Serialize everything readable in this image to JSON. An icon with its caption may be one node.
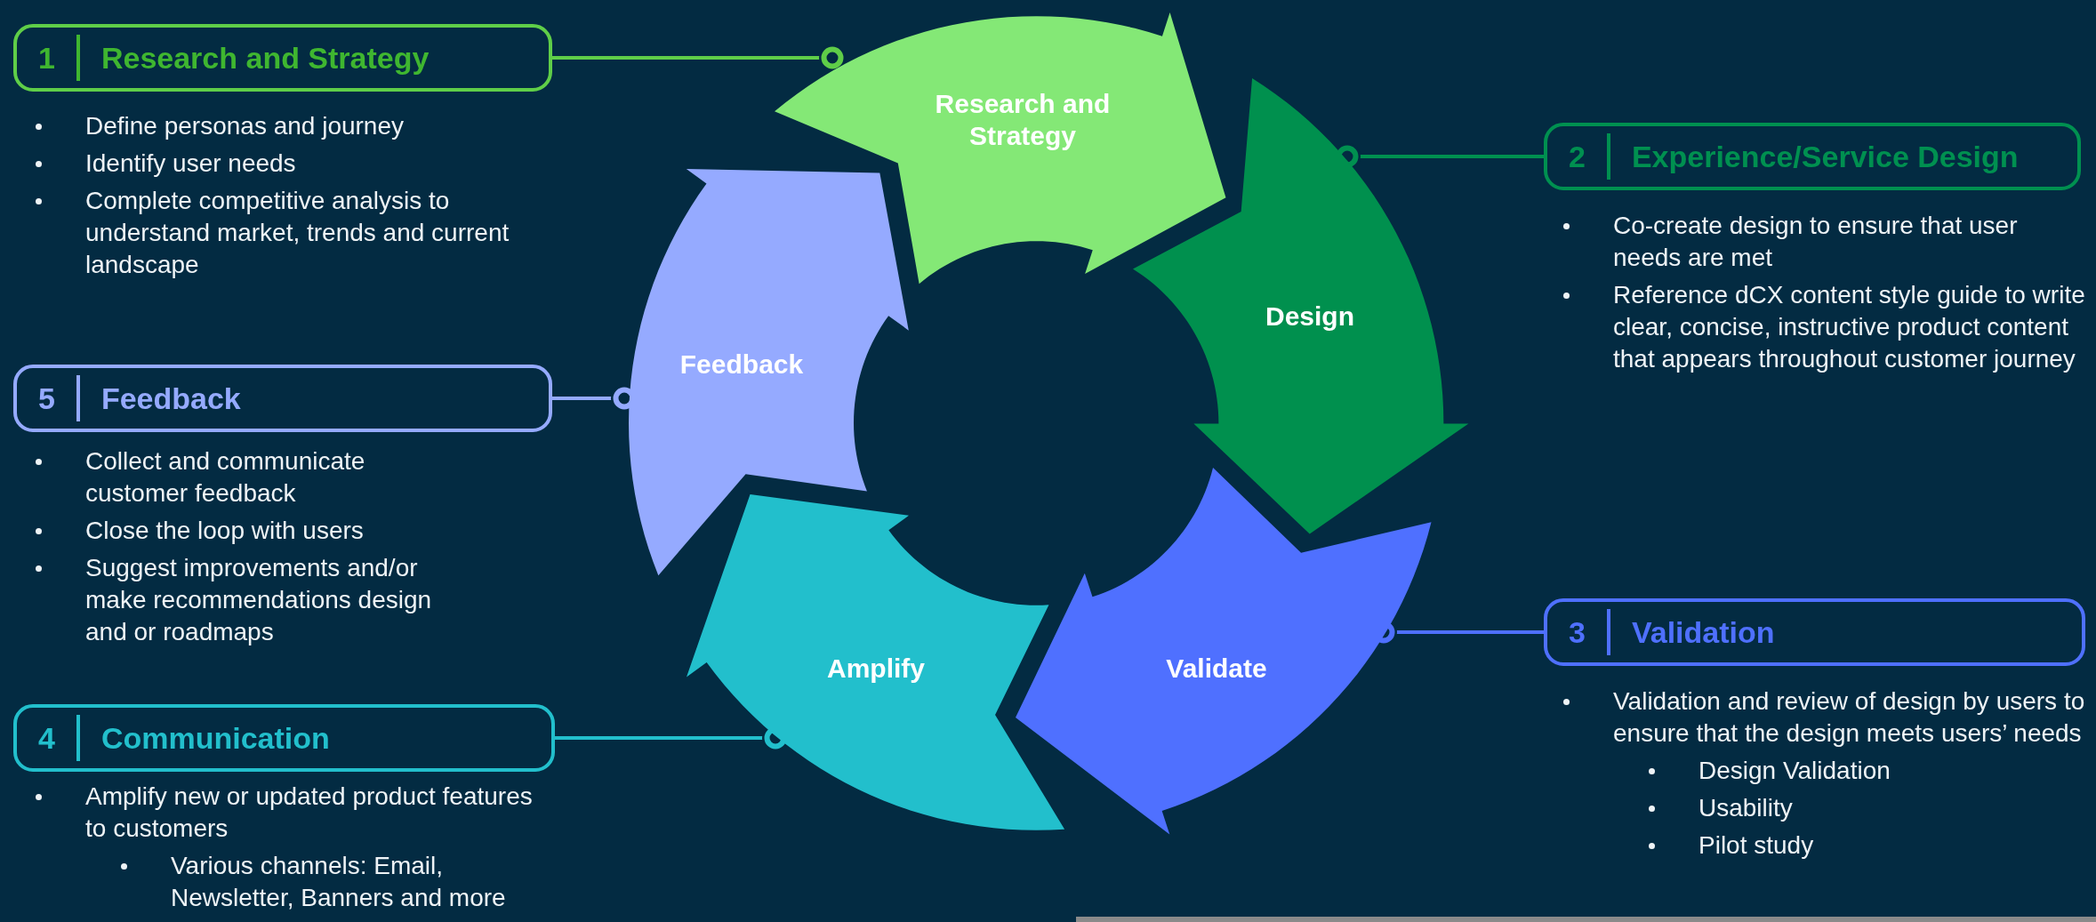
{
  "diagram": {
    "nodes": [
      {
        "text": [
          "Research and Strategy"
        ]
      },
      {
        "text": [
          "Design"
        ]
      },
      {
        "text": [
          "Validate"
        ]
      },
      {
        "text": [
          "Amplify"
        ]
      },
      {
        "text": [
          "Feedback"
        ]
      },
      {
        "text": [
          "1",
          "Research and Strategy"
        ],
        "beside": [
          "Define personas and journey",
          "Identify user needs",
          "Complete competitive analysis to understand market, trends and current landscape"
        ]
      },
      {
        "text": [
          "2",
          "Experience/Service Design"
        ],
        "beside": [
          "Co-create design to ensure that user needs are met",
          "Reference dCX content style guide to write clear, concise, instructive product content that appears throughout customer journey"
        ]
      },
      {
        "text": [
          "3",
          "Validation"
        ],
        "beside": [
          "Validation and review of design by users to ensure that the design meets users’ needs",
          "Design Validation",
          "Usability",
          "Pilot study"
        ]
      },
      {
        "text": [
          "4",
          "Communication"
        ],
        "beside": [
          "Amplify new or updated product features to customers",
          "Various channels: Email, Newsletter, Banners and more"
        ]
      },
      {
        "text": [
          "5",
          "Feedback"
        ],
        "beside": [
          "Collect and communicate customer feedback",
          "Close the loop with users",
          "Suggest improvements and/or make recommendations design and or roadmaps"
        ]
      }
    ],
    "edges": [
      {
        "from": 5,
        "to": 0,
        "arrow": "other",
        "color": "#5fce48"
      },
      {
        "from": 6,
        "to": 1,
        "arrow": "other",
        "color": "#009050"
      },
      {
        "from": 7,
        "to": 2,
        "arrow": "other",
        "color": "#4f70ff"
      },
      {
        "from": 8,
        "to": 3,
        "arrow": "other",
        "color": "#22bfcc"
      },
      {
        "from": 9,
        "to": 4,
        "arrow": "other",
        "color": "#95aaff"
      }
    ]
  }
}
